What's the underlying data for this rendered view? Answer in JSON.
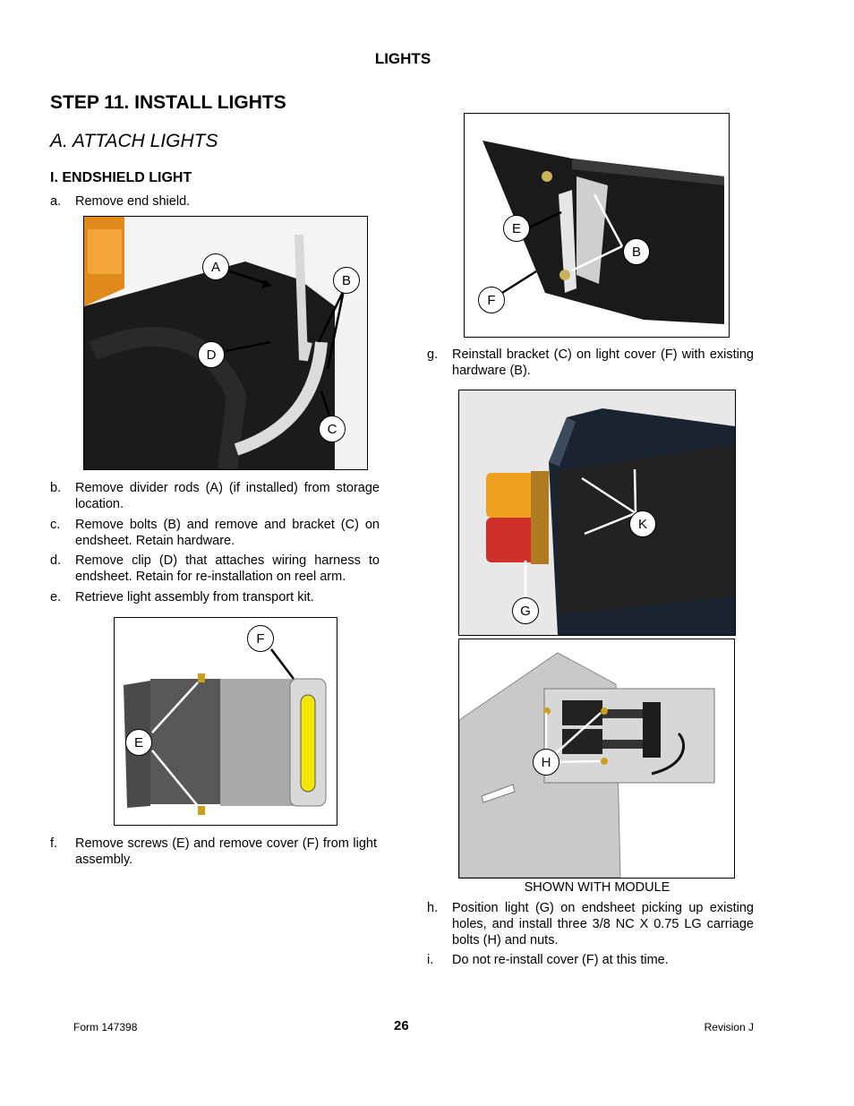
{
  "header": "LIGHTS",
  "step_title": "STEP 11. INSTALL LIGHTS",
  "subsection": "A. ATTACH LIGHTS",
  "section": "I.   ENDSHIELD LIGHT",
  "steps": {
    "a": {
      "letter": "a.",
      "text": "Remove end shield."
    },
    "b": {
      "letter": "b.",
      "text": "Remove divider rods (A) (if installed) from storage location."
    },
    "c": {
      "letter": "c.",
      "text": "Remove bolts (B) and remove and bracket (C) on endsheet.  Retain hardware."
    },
    "d": {
      "letter": "d.",
      "text": "Remove clip (D) that attaches wiring harness to endsheet.  Retain for re-installation on reel arm."
    },
    "e": {
      "letter": "e.",
      "text": "Retrieve light assembly from transport kit."
    },
    "f": {
      "letter": "f.",
      "text": "Remove screws (E) and remove cover (F) from light assembly."
    },
    "g": {
      "letter": "g.",
      "text": "Reinstall bracket (C) on light cover (F) with existing hardware (B)."
    },
    "h": {
      "letter": "h.",
      "text": "Position light (G) on endsheet picking up existing holes, and install three 3/8 NC X 0.75 LG carriage bolts (H) and nuts."
    },
    "i": {
      "letter": "i.",
      "text": "Do not re-install cover (F) at this time."
    }
  },
  "figures": {
    "fig1": {
      "callouts": [
        "A",
        "B",
        "D",
        "C"
      ]
    },
    "fig2": {
      "callouts": [
        "F",
        "E"
      ]
    },
    "fig3": {
      "callouts": [
        "E",
        "B",
        "F"
      ]
    },
    "fig4": {
      "callouts": [
        "K",
        "G"
      ]
    },
    "fig5": {
      "callouts": [
        "H"
      ],
      "caption": "SHOWN WITH MODULE"
    }
  },
  "footer": {
    "form": "Form 147398",
    "page": "26",
    "revision": "Revision J"
  }
}
